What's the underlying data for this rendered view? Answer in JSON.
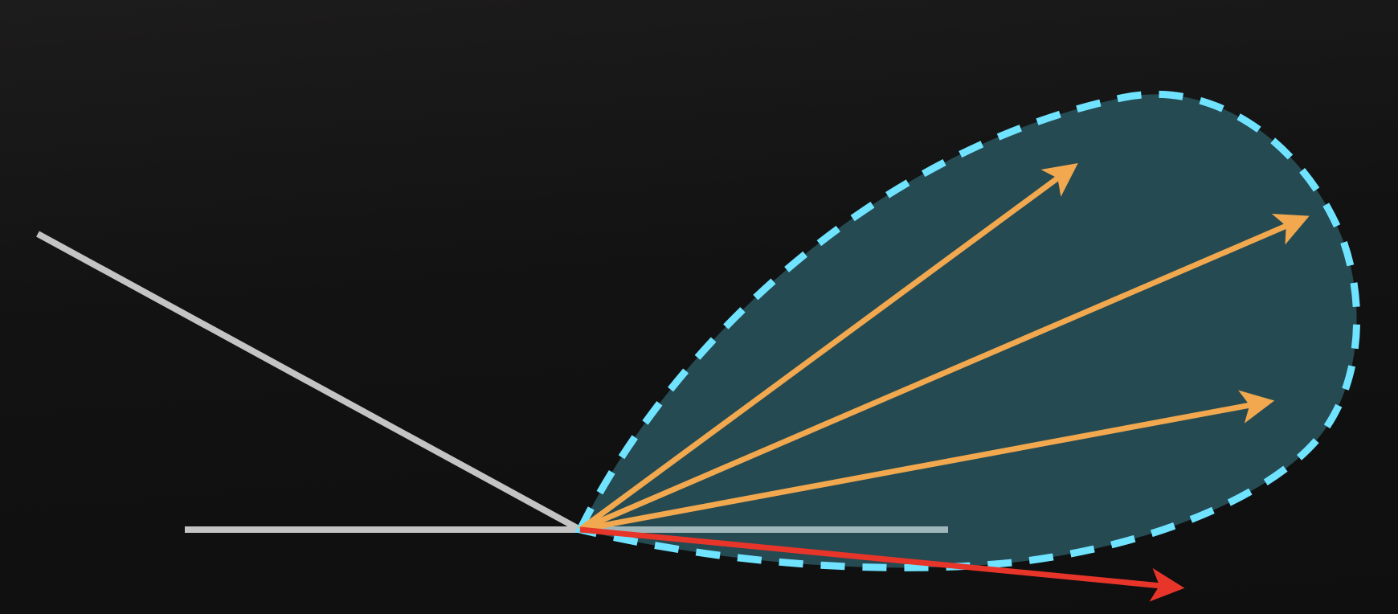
{
  "diagram": {
    "background_color": "#111111",
    "surface_color": "#c4c4c4",
    "lobe_fill_color": "#264c55",
    "lobe_outline_color": "#6fe3ff",
    "reflected_ray_color": "#f2a84e",
    "transmitted_ray_color": "#e8352a",
    "incident_ray_color": "#c4c4c4",
    "reflected_ray_count": 3,
    "elements": [
      "incident-ray",
      "surface-line",
      "scattering-lobe",
      "reflected-rays",
      "grazing-ray"
    ]
  }
}
